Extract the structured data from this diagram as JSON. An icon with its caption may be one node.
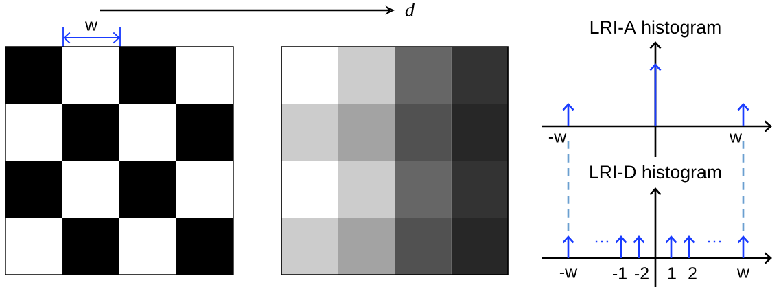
{
  "diagram": {
    "labels": [
      "d",
      "w",
      "LRI-A histogram",
      "-w",
      "w",
      "LRI-D histogram",
      "…",
      "…",
      "-w",
      "-1",
      "-2",
      "1",
      "2",
      "w"
    ]
  }
}
